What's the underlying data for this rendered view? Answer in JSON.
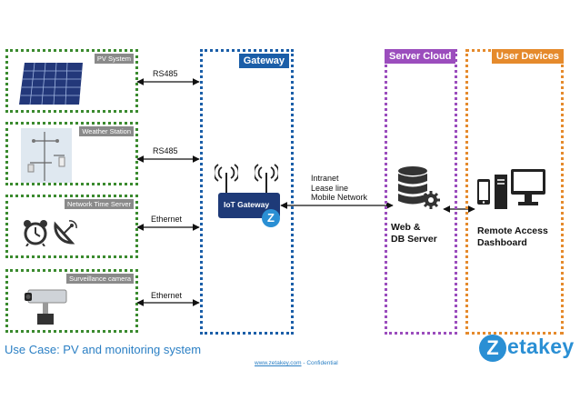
{
  "devices": [
    {
      "tag": "PV System",
      "icon": "solar-panel-icon"
    },
    {
      "tag": "Weather Station",
      "icon": "weather-station-icon"
    },
    {
      "tag": "Network Time Server",
      "icon": "clock-satellite-icon"
    },
    {
      "tag": "Surveillance camera",
      "icon": "camera-icon"
    }
  ],
  "links": [
    "RS485",
    "RS485",
    "Ethernet",
    "Ethernet"
  ],
  "gateway": {
    "title": "Gateway",
    "device_label": "IoT Gateway",
    "color": "#1b5ea8"
  },
  "server_cloud": {
    "title": "Server Cloud",
    "color": "#9b4dbd",
    "line1": "Web &",
    "line2": "DB Server"
  },
  "user_devices": {
    "title": "User Devices",
    "color": "#e58a2c",
    "line1": "Remote Access",
    "line2": "Dashboard"
  },
  "network": {
    "line1": "Intranet",
    "line2": "Lease line",
    "line3": "Mobile Network"
  },
  "footer": {
    "use_case": "Use Case: PV and monitoring system",
    "url": "www.zetakey.com",
    "confidential": " - Confidential"
  },
  "logo": {
    "text": "etakey",
    "letter": "Z"
  },
  "colors": {
    "device_border": "#3a8a2e",
    "accent_blue": "#2a8fd4"
  }
}
